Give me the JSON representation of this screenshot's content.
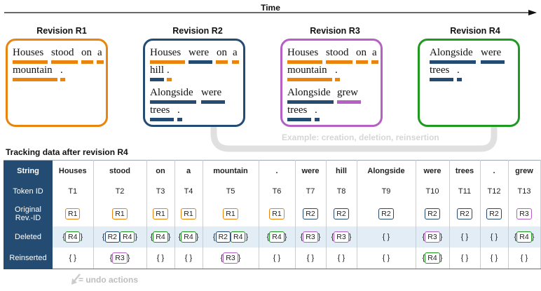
{
  "time_label": "Time",
  "revisions": [
    {
      "title": "Revision R1"
    },
    {
      "title": "Revision R2"
    },
    {
      "title": "Revision R3"
    },
    {
      "title": "Revision R4"
    }
  ],
  "words": {
    "houses": "Houses",
    "stood": "stood",
    "on": "on",
    "a": "a",
    "mountain": "mountain",
    "dot": ".",
    "were": "were",
    "hill": "hill",
    "alongside": "Alongside",
    "trees": "trees",
    "grew": "grew"
  },
  "example_label": "Example: creation, deletion, reinsertion",
  "table_title": "Tracking data after revision R4",
  "row_labels": {
    "string": "String",
    "token_id": "Token ID",
    "original_line1": "Original",
    "original_line2": "Rev.-ID",
    "deleted": "Deleted",
    "reinserted": "Reinserted"
  },
  "columns": [
    {
      "string": "Houses",
      "token": "T1",
      "orig": "R1",
      "deleted": [
        "R4"
      ],
      "reinserted": []
    },
    {
      "string": "stood",
      "token": "T2",
      "orig": "R1",
      "deleted": [
        "R2",
        "R4"
      ],
      "reinserted": [
        "R3"
      ]
    },
    {
      "string": "on",
      "token": "T3",
      "orig": "R1",
      "deleted": [
        "R4"
      ],
      "reinserted": []
    },
    {
      "string": "a",
      "token": "T4",
      "orig": "R1",
      "deleted": [
        "R4"
      ],
      "reinserted": []
    },
    {
      "string": "mountain",
      "token": "T5",
      "orig": "R1",
      "deleted": [
        "R2",
        "R4"
      ],
      "reinserted": [
        "R3"
      ]
    },
    {
      "string": ".",
      "token": "T6",
      "orig": "R1",
      "deleted": [
        "R4"
      ],
      "reinserted": []
    },
    {
      "string": "were",
      "token": "T7",
      "orig": "R2",
      "deleted": [
        "R3"
      ],
      "reinserted": []
    },
    {
      "string": "hill",
      "token": "T8",
      "orig": "R2",
      "deleted": [
        "R3"
      ],
      "reinserted": []
    },
    {
      "string": "Alongside",
      "token": "T9",
      "orig": "R2",
      "deleted": [],
      "reinserted": []
    },
    {
      "string": "were",
      "token": "T10",
      "orig": "R2",
      "deleted": [
        "R3"
      ],
      "reinserted": [
        "R4"
      ]
    },
    {
      "string": "trees",
      "token": "T11",
      "orig": "R2",
      "deleted": [],
      "reinserted": []
    },
    {
      "string": ".",
      "token": "T12",
      "orig": "R2",
      "deleted": [],
      "reinserted": []
    },
    {
      "string": "grew",
      "token": "T13",
      "orig": "R3",
      "deleted": [
        "R4"
      ],
      "reinserted": []
    }
  ],
  "undo_label": "= undo actions",
  "colors": {
    "R1": "#E9850E",
    "R2": "#244B72",
    "R3": "#B65FC4",
    "R4": "#1F9A1F",
    "header_fill": "#244B72",
    "row_tint": "#E2EDF5",
    "undo_arrow": "#cccccc"
  }
}
